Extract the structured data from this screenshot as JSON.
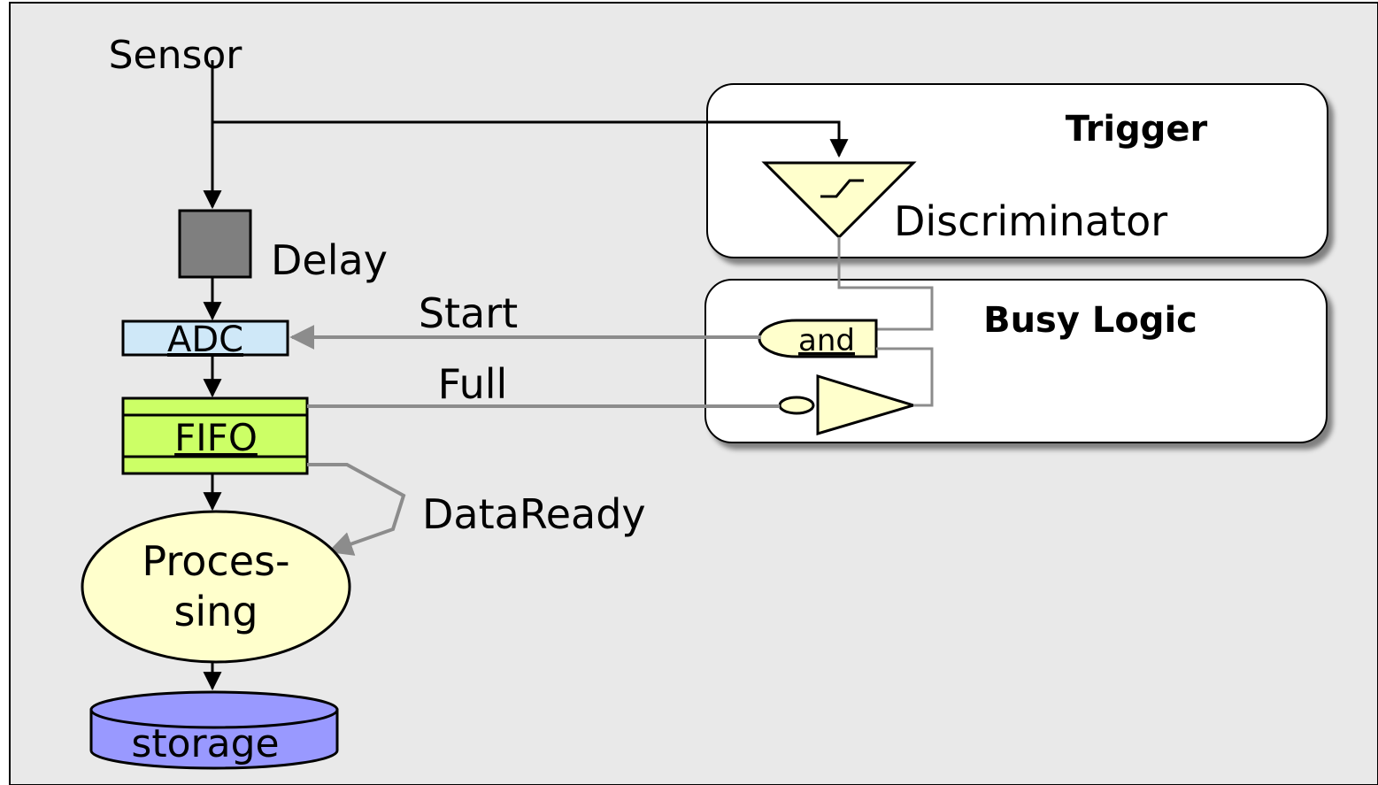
{
  "diagram": {
    "labels": {
      "sensor": "Sensor",
      "delay": "Delay",
      "adc": "ADC",
      "fifo": "FIFO",
      "processing_line1": "Proces-",
      "processing_line2": "sing",
      "storage": "storage",
      "start": "Start",
      "full": "Full",
      "data_ready": "DataReady",
      "trigger": "Trigger",
      "discriminator": "Discriminator",
      "busy_logic": "Busy Logic",
      "and_gate": "and"
    },
    "colors": {
      "background": "#e9e9e9",
      "panel_fill": "#ffffff",
      "delay_fill": "#7f7f7f",
      "adc_fill": "#cfe8f8",
      "fifo_fill": "#ccff66",
      "processing_fill": "#ffffcc",
      "storage_fill": "#9999ff",
      "gate_fill": "#ffffcc",
      "signal_line": "#8c8c8c",
      "data_line": "#000000"
    }
  }
}
